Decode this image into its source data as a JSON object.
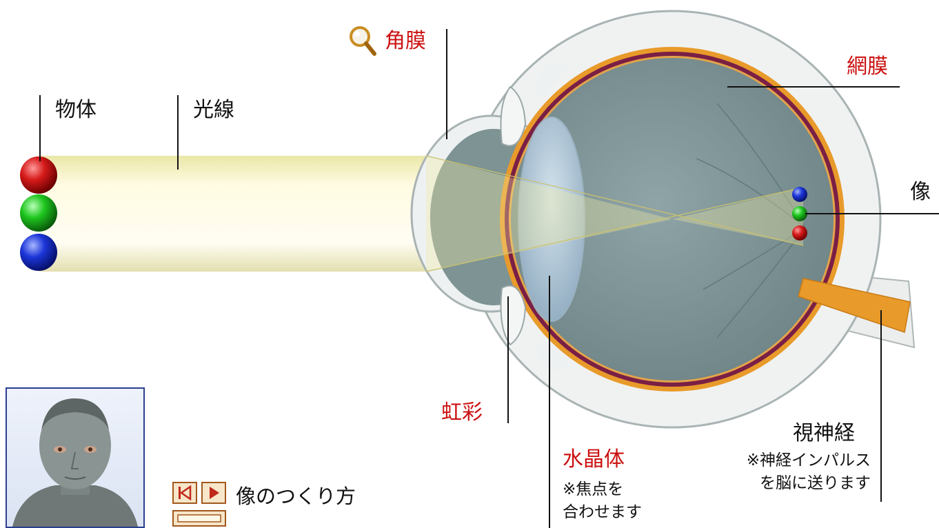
{
  "labels": {
    "cornea": "角膜",
    "retina": "網膜",
    "object": "物体",
    "ray": "光線",
    "image": "像",
    "iris": "虹彩",
    "lens": "水晶体",
    "lens_note_1": "※焦点を",
    "lens_note_2": "合わせます",
    "optic_nerve": "視神経",
    "nerve_note_1": "※神経インパルス",
    "nerve_note_2": "を脳に送ります"
  },
  "controls": {
    "caption": "像のつくり方",
    "prev_icon": "step-back-icon",
    "next_icon": "play-icon",
    "bar_icon": "stop-bar-icon"
  },
  "icons": {
    "zoom": "magnifier-icon"
  },
  "colors": {
    "label_red": "#cc1111",
    "label_black": "#111111",
    "object_red": "#d61a1a",
    "object_green": "#1ec61e",
    "object_blue": "#1c36d8",
    "retina": "#7a1f45",
    "choroid": "#e89a2a",
    "portrait_border": "#2a3f8f",
    "control_border": "#a0571b"
  }
}
